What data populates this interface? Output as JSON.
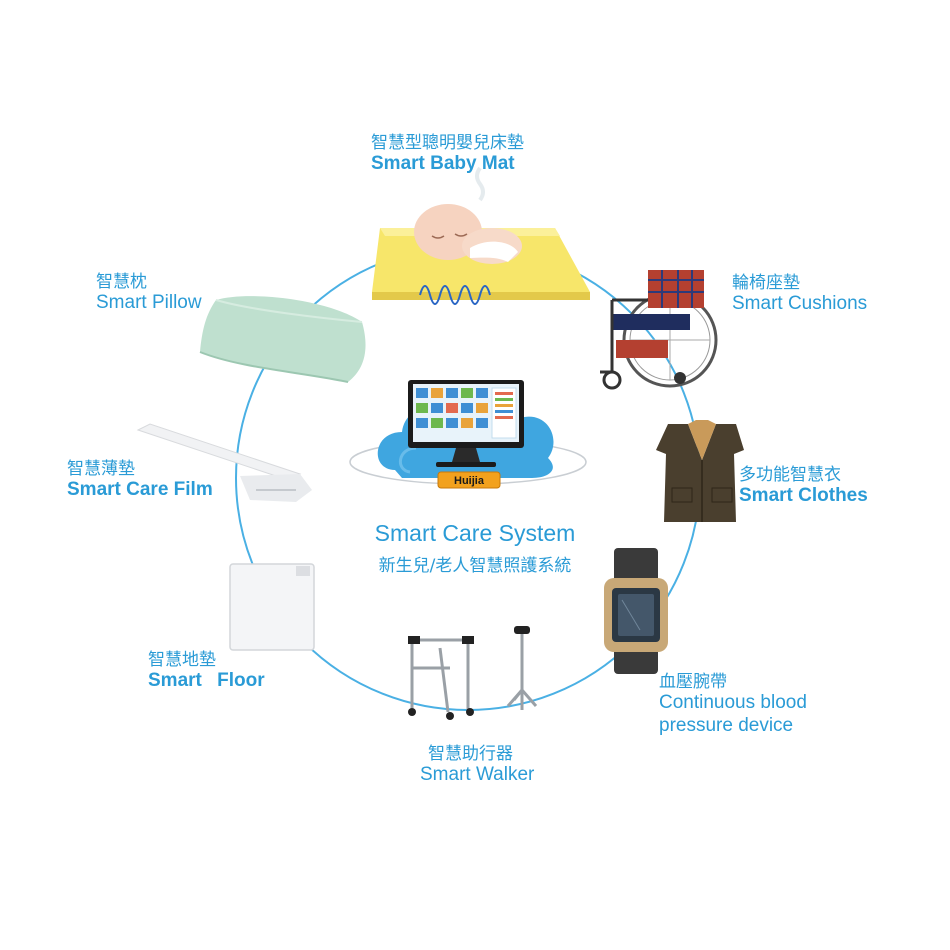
{
  "center": {
    "title": "Smart Care System",
    "subtitle": "新生兒/老人智慧照護系統",
    "brand": "Huijia"
  },
  "devices": {
    "baby_mat": {
      "zh": "智慧型聰明嬰兒床墊",
      "en": "Smart Baby Mat"
    },
    "cushions": {
      "zh": "輪椅座墊",
      "en": "Smart Cushions"
    },
    "clothes": {
      "zh": "多功能智慧衣",
      "en": "Smart Clothes"
    },
    "blood_pressure": {
      "zh": "血壓腕帶",
      "en_line1": "Continuous blood",
      "en_line2": "pressure device"
    },
    "walker": {
      "zh": "智慧助行器",
      "en": "Smart Walker"
    },
    "floor": {
      "zh": "智慧地墊",
      "en_a": "Smart",
      "en_b": "Floor"
    },
    "care_film": {
      "zh": "智慧薄墊",
      "en": "Smart Care Film"
    },
    "pillow": {
      "zh": "智慧枕",
      "en": "Smart Pillow"
    }
  },
  "colors": {
    "accent": "#2a9bd6",
    "ring": "#4ab0e4",
    "cloud": "#3fa6e0",
    "mat_yellow": "#f7e66a",
    "pillow_green": "#bfe0cf",
    "vest_brown": "#4a3f2e",
    "watch_gold": "#c8a877"
  },
  "icons": [
    "baby-mat-icon",
    "wheelchair-icon",
    "vest-icon",
    "wristwatch-icon",
    "walker-icon",
    "cane-icon",
    "floor-mat-icon",
    "care-film-icon",
    "pillow-icon",
    "monitor-icon",
    "cloud-icon"
  ]
}
